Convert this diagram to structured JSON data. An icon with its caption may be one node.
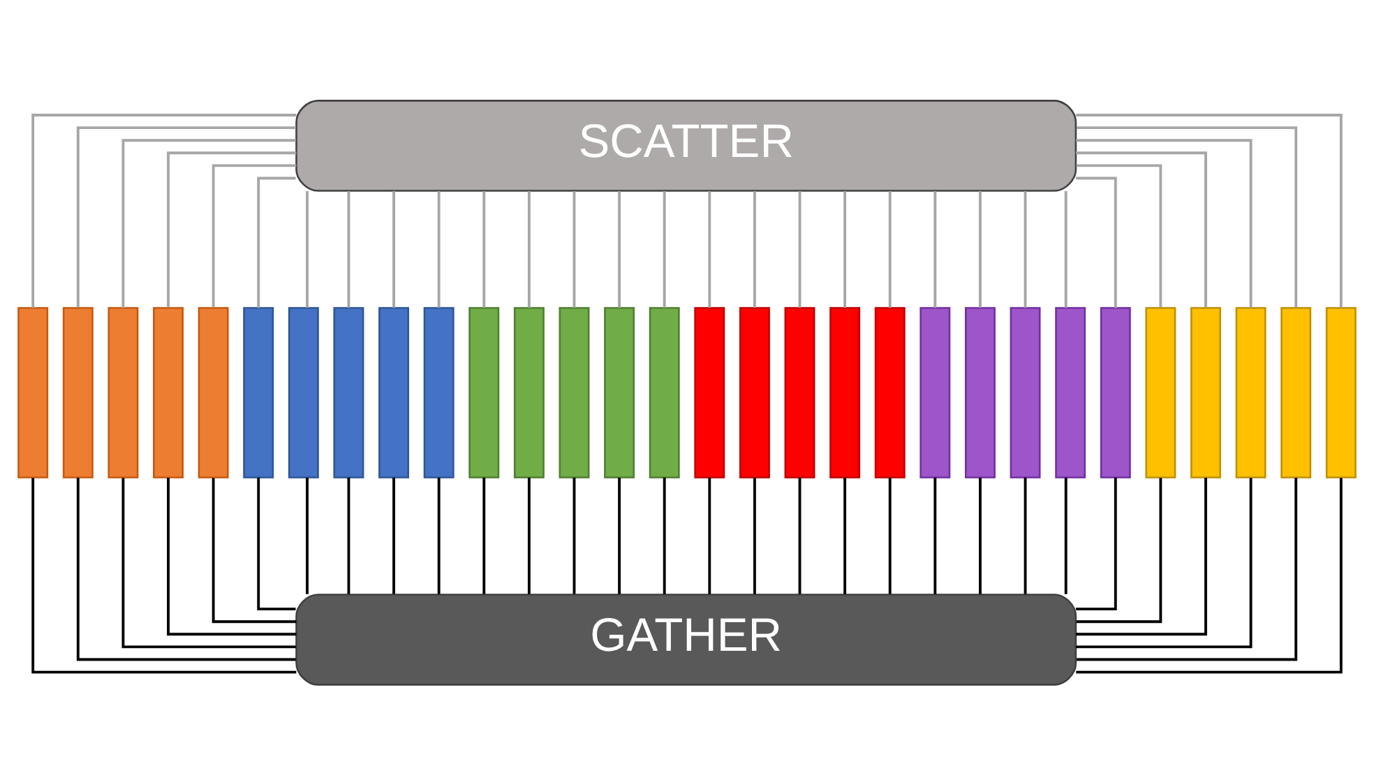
{
  "diagram": {
    "nodes": [
      {
        "text": [
          "SCATTER"
        ]
      },
      {
        "text": [],
        "shape": "bar"
      },
      {
        "text": [],
        "shape": "bar"
      },
      {
        "text": [],
        "shape": "bar"
      },
      {
        "text": [],
        "shape": "bar"
      },
      {
        "text": [],
        "shape": "bar"
      },
      {
        "text": [],
        "shape": "bar"
      },
      {
        "text": [],
        "shape": "bar"
      },
      {
        "text": [],
        "shape": "bar"
      },
      {
        "text": [],
        "shape": "bar"
      },
      {
        "text": [],
        "shape": "bar"
      },
      {
        "text": [],
        "shape": "bar"
      },
      {
        "text": [],
        "shape": "bar"
      },
      {
        "text": [],
        "shape": "bar"
      },
      {
        "text": [],
        "shape": "bar"
      },
      {
        "text": [],
        "shape": "bar"
      },
      {
        "text": [],
        "shape": "bar"
      },
      {
        "text": [],
        "shape": "bar"
      },
      {
        "text": [],
        "shape": "bar"
      },
      {
        "text": [],
        "shape": "bar"
      },
      {
        "text": [],
        "shape": "bar"
      },
      {
        "text": [],
        "shape": "bar"
      },
      {
        "text": [],
        "shape": "bar"
      },
      {
        "text": [],
        "shape": "bar"
      },
      {
        "text": [],
        "shape": "bar"
      },
      {
        "text": [],
        "shape": "bar"
      },
      {
        "text": [],
        "shape": "bar"
      },
      {
        "text": [],
        "shape": "bar"
      },
      {
        "text": [],
        "shape": "bar"
      },
      {
        "text": [],
        "shape": "bar"
      },
      {
        "text": [],
        "shape": "bar"
      },
      {
        "text": [
          "GATHER"
        ]
      }
    ],
    "edges": [
      {
        "from": 0,
        "to": 1,
        "arrow": "none",
        "color": "#a6a6a6"
      },
      {
        "from": 0,
        "to": 2,
        "arrow": "none",
        "color": "#a6a6a6"
      },
      {
        "from": 0,
        "to": 3,
        "arrow": "none",
        "color": "#a6a6a6"
      },
      {
        "from": 0,
        "to": 4,
        "arrow": "none",
        "color": "#a6a6a6"
      },
      {
        "from": 0,
        "to": 5,
        "arrow": "none",
        "color": "#a6a6a6"
      },
      {
        "from": 0,
        "to": 6,
        "arrow": "none",
        "color": "#a6a6a6"
      },
      {
        "from": 0,
        "to": 7,
        "arrow": "none",
        "color": "#a6a6a6"
      },
      {
        "from": 0,
        "to": 8,
        "arrow": "none",
        "color": "#a6a6a6"
      },
      {
        "from": 0,
        "to": 9,
        "arrow": "none",
        "color": "#a6a6a6"
      },
      {
        "from": 0,
        "to": 10,
        "arrow": "none",
        "color": "#a6a6a6"
      },
      {
        "from": 0,
        "to": 11,
        "arrow": "none",
        "color": "#a6a6a6"
      },
      {
        "from": 0,
        "to": 12,
        "arrow": "none",
        "color": "#a6a6a6"
      },
      {
        "from": 0,
        "to": 13,
        "arrow": "none",
        "color": "#a6a6a6"
      },
      {
        "from": 0,
        "to": 14,
        "arrow": "none",
        "color": "#a6a6a6"
      },
      {
        "from": 0,
        "to": 15,
        "arrow": "none",
        "color": "#a6a6a6"
      },
      {
        "from": 0,
        "to": 16,
        "arrow": "none",
        "color": "#a6a6a6"
      },
      {
        "from": 0,
        "to": 17,
        "arrow": "none",
        "color": "#a6a6a6"
      },
      {
        "from": 0,
        "to": 18,
        "arrow": "none",
        "color": "#a6a6a6"
      },
      {
        "from": 0,
        "to": 19,
        "arrow": "none",
        "color": "#a6a6a6"
      },
      {
        "from": 0,
        "to": 20,
        "arrow": "none",
        "color": "#a6a6a6"
      },
      {
        "from": 0,
        "to": 21,
        "arrow": "none",
        "color": "#a6a6a6"
      },
      {
        "from": 0,
        "to": 22,
        "arrow": "none",
        "color": "#a6a6a6"
      },
      {
        "from": 0,
        "to": 23,
        "arrow": "none",
        "color": "#a6a6a6"
      },
      {
        "from": 0,
        "to": 24,
        "arrow": "none",
        "color": "#a6a6a6"
      },
      {
        "from": 0,
        "to": 25,
        "arrow": "none",
        "color": "#a6a6a6"
      },
      {
        "from": 0,
        "to": 26,
        "arrow": "none",
        "color": "#a6a6a6"
      },
      {
        "from": 0,
        "to": 27,
        "arrow": "none",
        "color": "#a6a6a6"
      },
      {
        "from": 0,
        "to": 28,
        "arrow": "none",
        "color": "#a6a6a6"
      },
      {
        "from": 0,
        "to": 29,
        "arrow": "none",
        "color": "#a6a6a6"
      },
      {
        "from": 0,
        "to": 30,
        "arrow": "none",
        "color": "#a6a6a6"
      },
      {
        "from": 1,
        "to": 31,
        "arrow": "none",
        "color": "#000000"
      },
      {
        "from": 2,
        "to": 31,
        "arrow": "none",
        "color": "#000000"
      },
      {
        "from": 3,
        "to": 31,
        "arrow": "none",
        "color": "#000000"
      },
      {
        "from": 4,
        "to": 31,
        "arrow": "none",
        "color": "#000000"
      },
      {
        "from": 5,
        "to": 31,
        "arrow": "none",
        "color": "#000000"
      },
      {
        "from": 6,
        "to": 31,
        "arrow": "none",
        "color": "#000000"
      },
      {
        "from": 7,
        "to": 31,
        "arrow": "none",
        "color": "#000000"
      },
      {
        "from": 8,
        "to": 31,
        "arrow": "none",
        "color": "#000000"
      },
      {
        "from": 9,
        "to": 31,
        "arrow": "none",
        "color": "#000000"
      },
      {
        "from": 10,
        "to": 31,
        "arrow": "none",
        "color": "#000000"
      },
      {
        "from": 11,
        "to": 31,
        "arrow": "none",
        "color": "#000000"
      },
      {
        "from": 12,
        "to": 31,
        "arrow": "none",
        "color": "#000000"
      },
      {
        "from": 13,
        "to": 31,
        "arrow": "none",
        "color": "#000000"
      },
      {
        "from": 14,
        "to": 31,
        "arrow": "none",
        "color": "#000000"
      },
      {
        "from": 15,
        "to": 31,
        "arrow": "none",
        "color": "#000000"
      },
      {
        "from": 16,
        "to": 31,
        "arrow": "none",
        "color": "#000000"
      },
      {
        "from": 17,
        "to": 31,
        "arrow": "none",
        "color": "#000000"
      },
      {
        "from": 18,
        "to": 31,
        "arrow": "none",
        "color": "#000000"
      },
      {
        "from": 19,
        "to": 31,
        "arrow": "none",
        "color": "#000000"
      },
      {
        "from": 20,
        "to": 31,
        "arrow": "none",
        "color": "#000000"
      },
      {
        "from": 21,
        "to": 31,
        "arrow": "none",
        "color": "#000000"
      },
      {
        "from": 22,
        "to": 31,
        "arrow": "none",
        "color": "#000000"
      },
      {
        "from": 23,
        "to": 31,
        "arrow": "none",
        "color": "#000000"
      },
      {
        "from": 24,
        "to": 31,
        "arrow": "none",
        "color": "#000000"
      },
      {
        "from": 25,
        "to": 31,
        "arrow": "none",
        "color": "#000000"
      },
      {
        "from": 26,
        "to": 31,
        "arrow": "none",
        "color": "#000000"
      },
      {
        "from": 27,
        "to": 31,
        "arrow": "none",
        "color": "#000000"
      },
      {
        "from": 28,
        "to": 31,
        "arrow": "none",
        "color": "#000000"
      },
      {
        "from": 29,
        "to": 31,
        "arrow": "none",
        "color": "#000000"
      },
      {
        "from": 30,
        "to": 31,
        "arrow": "none",
        "color": "#000000"
      }
    ]
  }
}
